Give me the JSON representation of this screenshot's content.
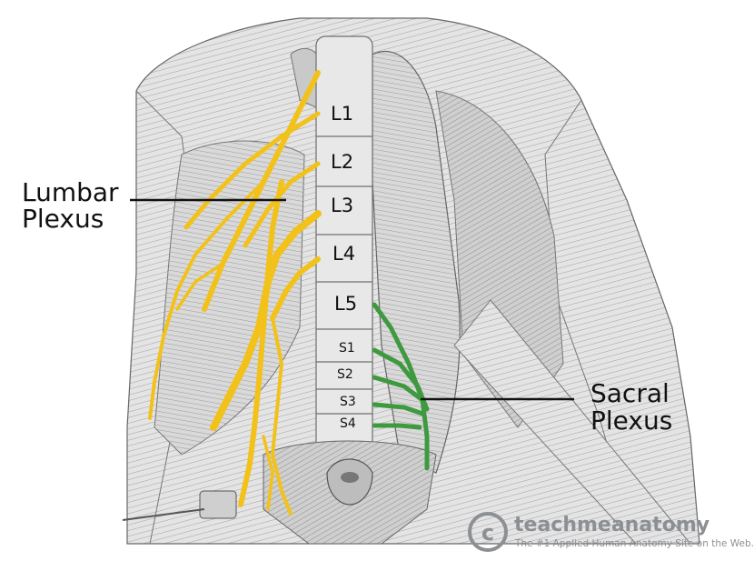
{
  "labels": {
    "lumbar": "Lumbar",
    "lumbar_2": "Plexus",
    "sacral": "Sacral",
    "sacral_2": "Plexus"
  },
  "vertebrae": [
    "L1",
    "L2",
    "L3",
    "L4",
    "L5",
    "S1",
    "S2",
    "S3",
    "S4"
  ],
  "watermark": {
    "name": "teachmeanatomy",
    "tagline": "The #1 Applied Human Anatomy Site on the Web."
  },
  "colors": {
    "lumbar_nerves": "#f2c21b",
    "sacral_nerves": "#3f9a3f",
    "muscle": "#dcdcdc",
    "line": "#3a3a3a"
  }
}
